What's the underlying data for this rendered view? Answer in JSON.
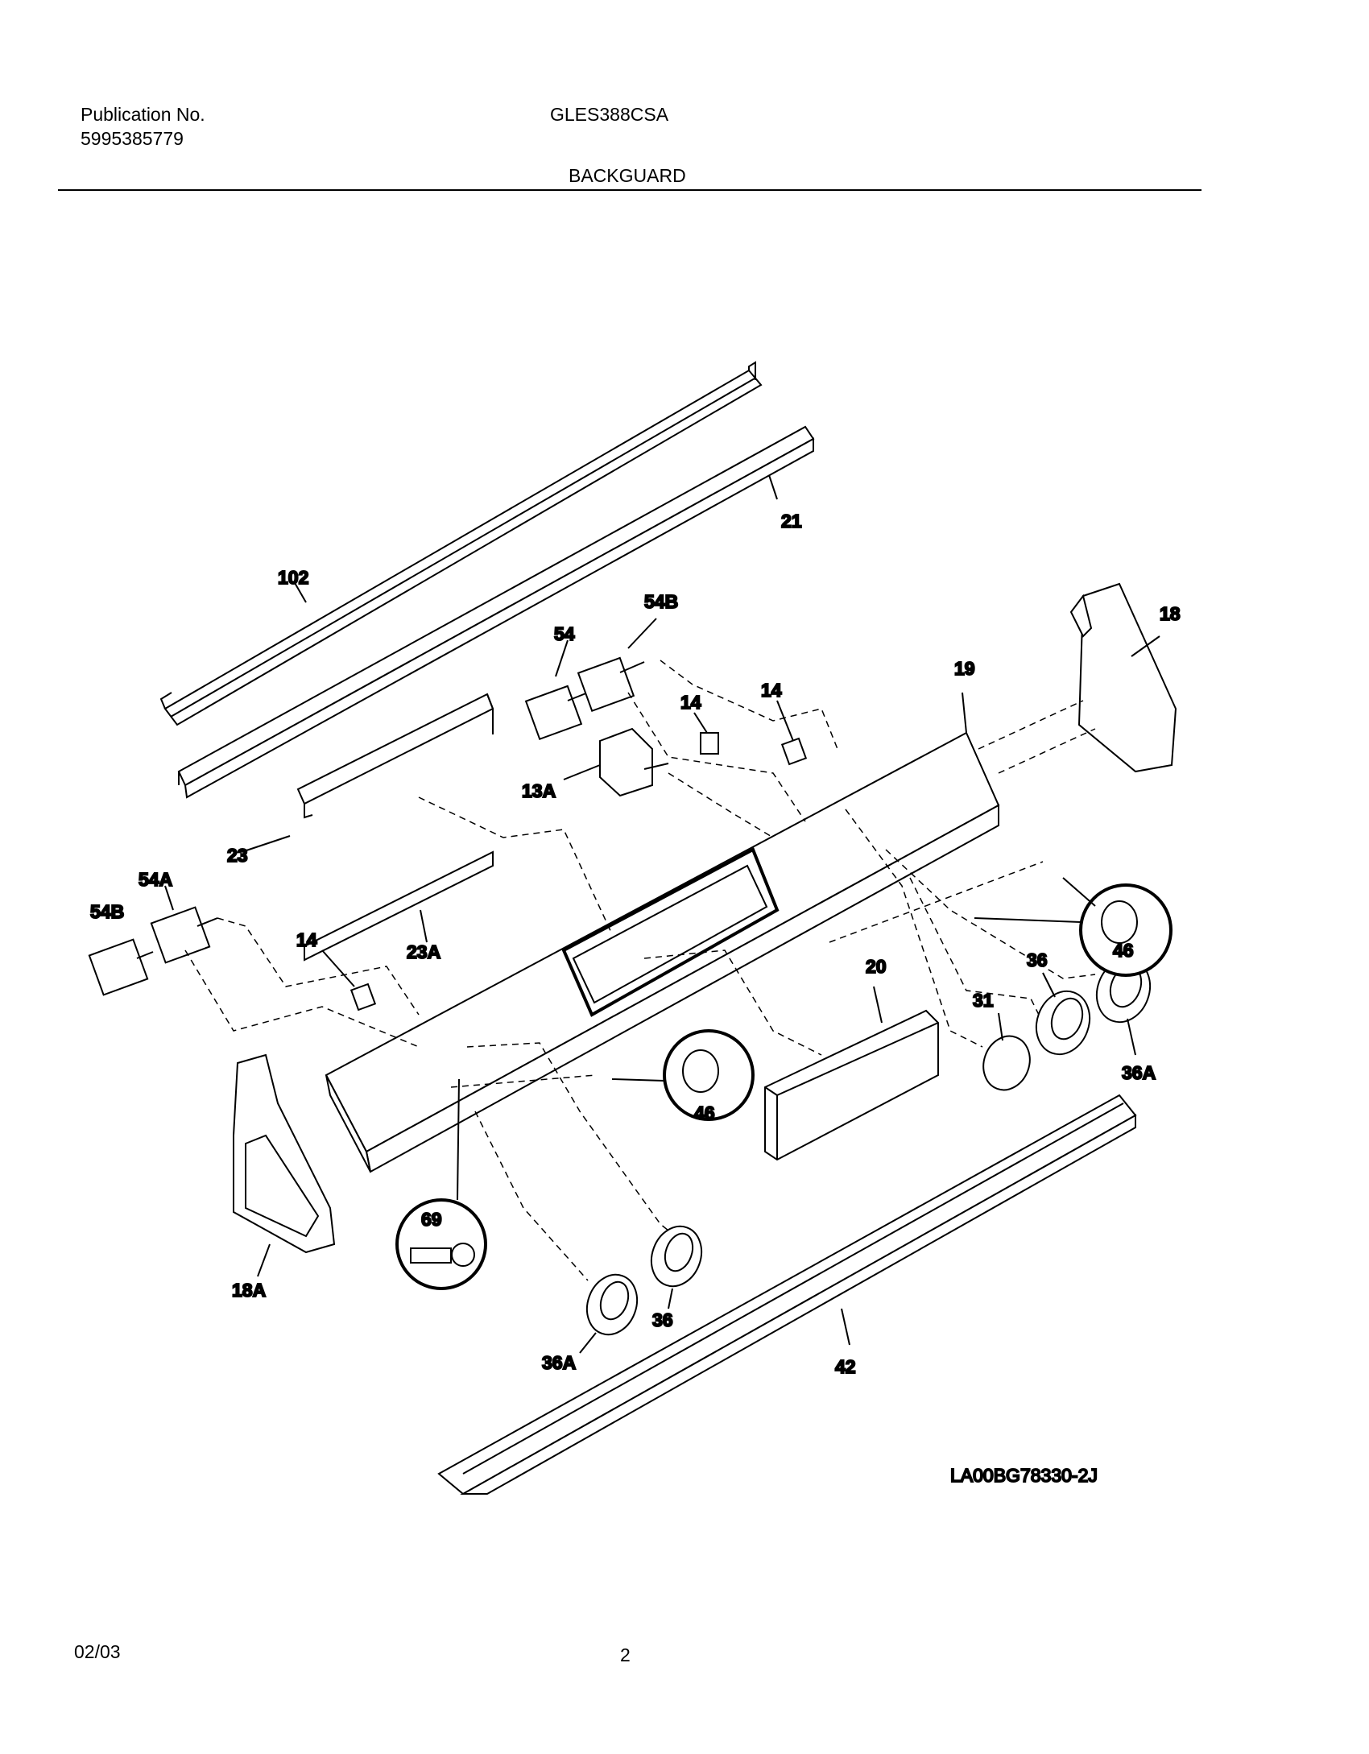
{
  "header": {
    "publication_label": "Publication No.",
    "publication_number": "5995385779",
    "model": "GLES388CSA",
    "section": "BACKGUARD"
  },
  "diagram": {
    "callouts": {
      "c102": "102",
      "c21": "21",
      "c54B_top": "54B",
      "c54_top": "54",
      "c14_a": "14",
      "c14_b": "14",
      "c14_c": "14",
      "c19": "19",
      "c18": "18",
      "c13A": "13A",
      "c23": "23",
      "c23A": "23A",
      "c54A": "54A",
      "c54B_left": "54B",
      "c46_right": "46",
      "c46_mid": "46",
      "c36_right": "36",
      "c31": "31",
      "c20": "20",
      "c36A_right": "36A",
      "c69": "69",
      "c18A": "18A",
      "c36_bottom": "36",
      "c36A_bottom": "36A",
      "c42": "42"
    },
    "drawing_code": "LA00BG78330-2J"
  },
  "footer": {
    "date": "02/03",
    "page": "2"
  }
}
